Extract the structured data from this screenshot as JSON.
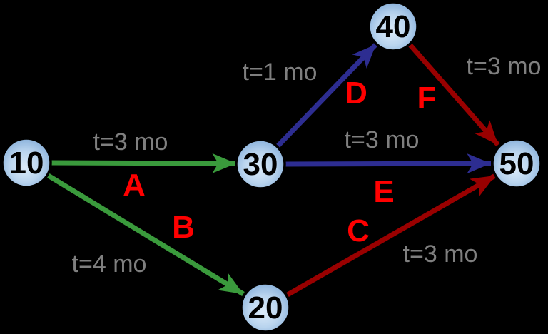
{
  "diagram": {
    "colors": {
      "background": "#000000",
      "edge_green": "#3a9a3c",
      "edge_blue": "#2d2d91",
      "edge_dark_red": "#990000",
      "activity_label_red": "#ff0000",
      "duration_label_gray": "#7f7f7f",
      "node_stroke": "#000000",
      "node_text": "#000000",
      "node_fill_highlight": "#dcebf9",
      "node_fill_mid": "#b9d4ee",
      "node_fill_edge": "#6d9ccf"
    },
    "nodes": [
      {
        "id": "10"
      },
      {
        "id": "20"
      },
      {
        "id": "30"
      },
      {
        "id": "40"
      },
      {
        "id": "50"
      }
    ],
    "edges": [
      {
        "name": "A",
        "from": "10",
        "to": "30",
        "duration": "t=3 mo",
        "color": "#3a9a3c"
      },
      {
        "name": "B",
        "from": "10",
        "to": "20",
        "duration": "t=4 mo",
        "color": "#3a9a3c"
      },
      {
        "name": "C",
        "from": "20",
        "to": "50",
        "duration": "t=3 mo",
        "color": "#990000"
      },
      {
        "name": "D",
        "from": "30",
        "to": "40",
        "duration": "t=1 mo",
        "color": "#2d2d91"
      },
      {
        "name": "E",
        "from": "30",
        "to": "50",
        "duration": "t=3 mo",
        "color": "#2d2d91"
      },
      {
        "name": "F",
        "from": "40",
        "to": "50",
        "duration": "t=3 mo",
        "color": "#990000"
      }
    ]
  }
}
